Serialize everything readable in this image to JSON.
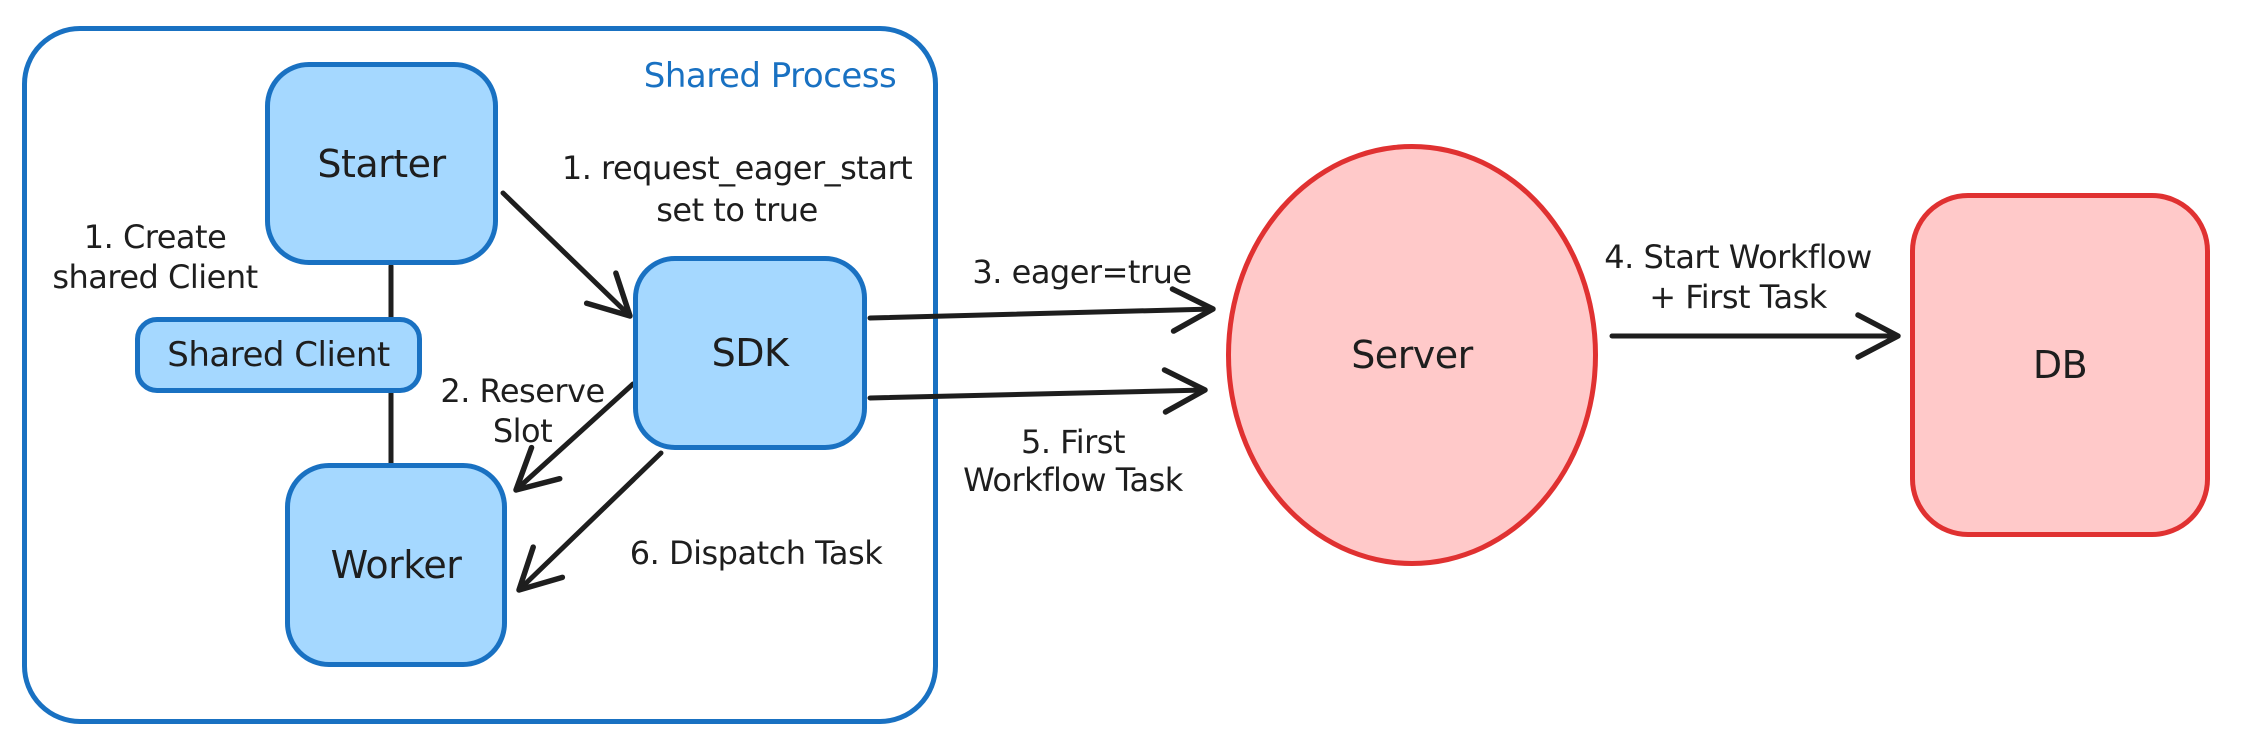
{
  "container": {
    "label": "Shared Process"
  },
  "nodes": {
    "starter": {
      "label": "Starter"
    },
    "sharedClient": {
      "label": "Shared Client"
    },
    "worker": {
      "label": "Worker"
    },
    "sdk": {
      "label": "SDK"
    },
    "server": {
      "label": "Server"
    },
    "db": {
      "label": "DB"
    }
  },
  "annotations": {
    "createClient": {
      "line1": "1. Create",
      "line2": "shared Client"
    },
    "requestEagerStart": {
      "line1": "1. request_eager_start",
      "line2": "set to true"
    },
    "reserveSlot": {
      "line1": "2. Reserve",
      "line2": "Slot"
    },
    "dispatchTask": {
      "text": "6. Dispatch Task"
    },
    "eagerTrue": {
      "text": "3. eager=true"
    },
    "firstWorkflowTask": {
      "line1": "5. First",
      "line2": "Workflow Task"
    },
    "startWorkflow": {
      "line1": "4. Start Workflow",
      "line2": "+ First Task"
    }
  },
  "colors": {
    "blueStroke": "#1971c2",
    "blueFill": "#a5d8ff",
    "redStroke": "#e03131",
    "redFill": "#ffc9c9",
    "ink": "#1e1e1e",
    "background": "#ffffff"
  }
}
